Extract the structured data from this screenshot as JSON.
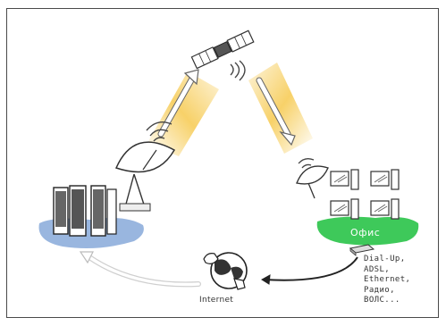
{
  "labels": {
    "office": "Офис",
    "internet": "Internet"
  },
  "connection_types": [
    "Dial-Up,",
    "ADSL,",
    "Ethernet,",
    "Радио,",
    "ВОЛС..."
  ],
  "colors": {
    "frame_border": "#4a4a4a",
    "server_base": "#8eaedc",
    "office_base": "#3ec95a",
    "beam_glow": "#f6c94e",
    "arrow_dark": "#222222",
    "arrow_light": "#cfcfcf"
  },
  "icons": [
    "satellite-icon",
    "satellite-dish-icon",
    "server-rack-icon",
    "office-computer-icon",
    "internet-globe-icon",
    "modem-icon"
  ]
}
